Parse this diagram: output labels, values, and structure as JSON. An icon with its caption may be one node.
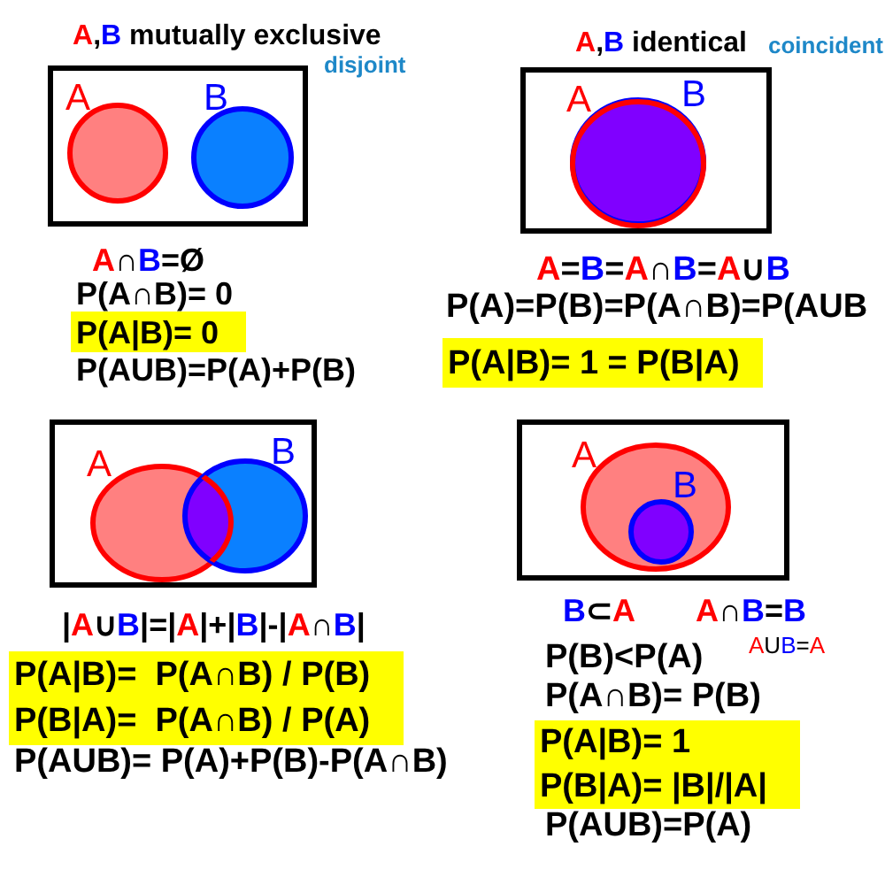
{
  "diagram": {
    "nodes": [
      {
        "text": [
          "A,B mutually exclusive",
          "disjoint"
        ],
        "beside": [
          "A∩B=Ø",
          "P(A∩B)= 0",
          "P(A|B)= 0",
          "P(AUB)=P(A)+P(B)"
        ]
      },
      {
        "text": [
          "A"
        ],
        "in": 0
      },
      {
        "text": [
          "B"
        ],
        "in": 0
      },
      {
        "text": [
          "A,B identical",
          "coincident"
        ],
        "beside": [
          "A=B=A∩B=A∪B",
          "P(A)=P(B)=P(A∩B)=P(AUB",
          "P(A|B)= 1 = P(B|A)"
        ]
      },
      {
        "text": [
          "A"
        ],
        "in": 3
      },
      {
        "text": [
          "B"
        ],
        "in": 3
      },
      {
        "text": [],
        "shape": "box",
        "beside": [
          "|A∪B|=|A|+|B|-|A∩B|",
          "P(A|B)=  P(A∩B) / P(B)",
          "P(B|A)=  P(A∩B) / P(A)",
          "P(AUB)= P(A)+P(B)-P(A∩B)"
        ]
      },
      {
        "text": [
          "A"
        ],
        "in": 6
      },
      {
        "text": [
          "B"
        ],
        "in": 6
      },
      {
        "text": [],
        "shape": "box",
        "beside": [
          "B⊂A",
          "A∩B=B",
          "AUB=A",
          "P(B)<P(A)",
          "P(A∩B)= P(B)",
          "P(A|B)= 1",
          "P(B|A)= |B|/|A|",
          "P(AUB)=P(A)"
        ]
      },
      {
        "text": [
          "A"
        ],
        "in": 9
      },
      {
        "text": [
          "B"
        ],
        "in": 10
      }
    ]
  }
}
